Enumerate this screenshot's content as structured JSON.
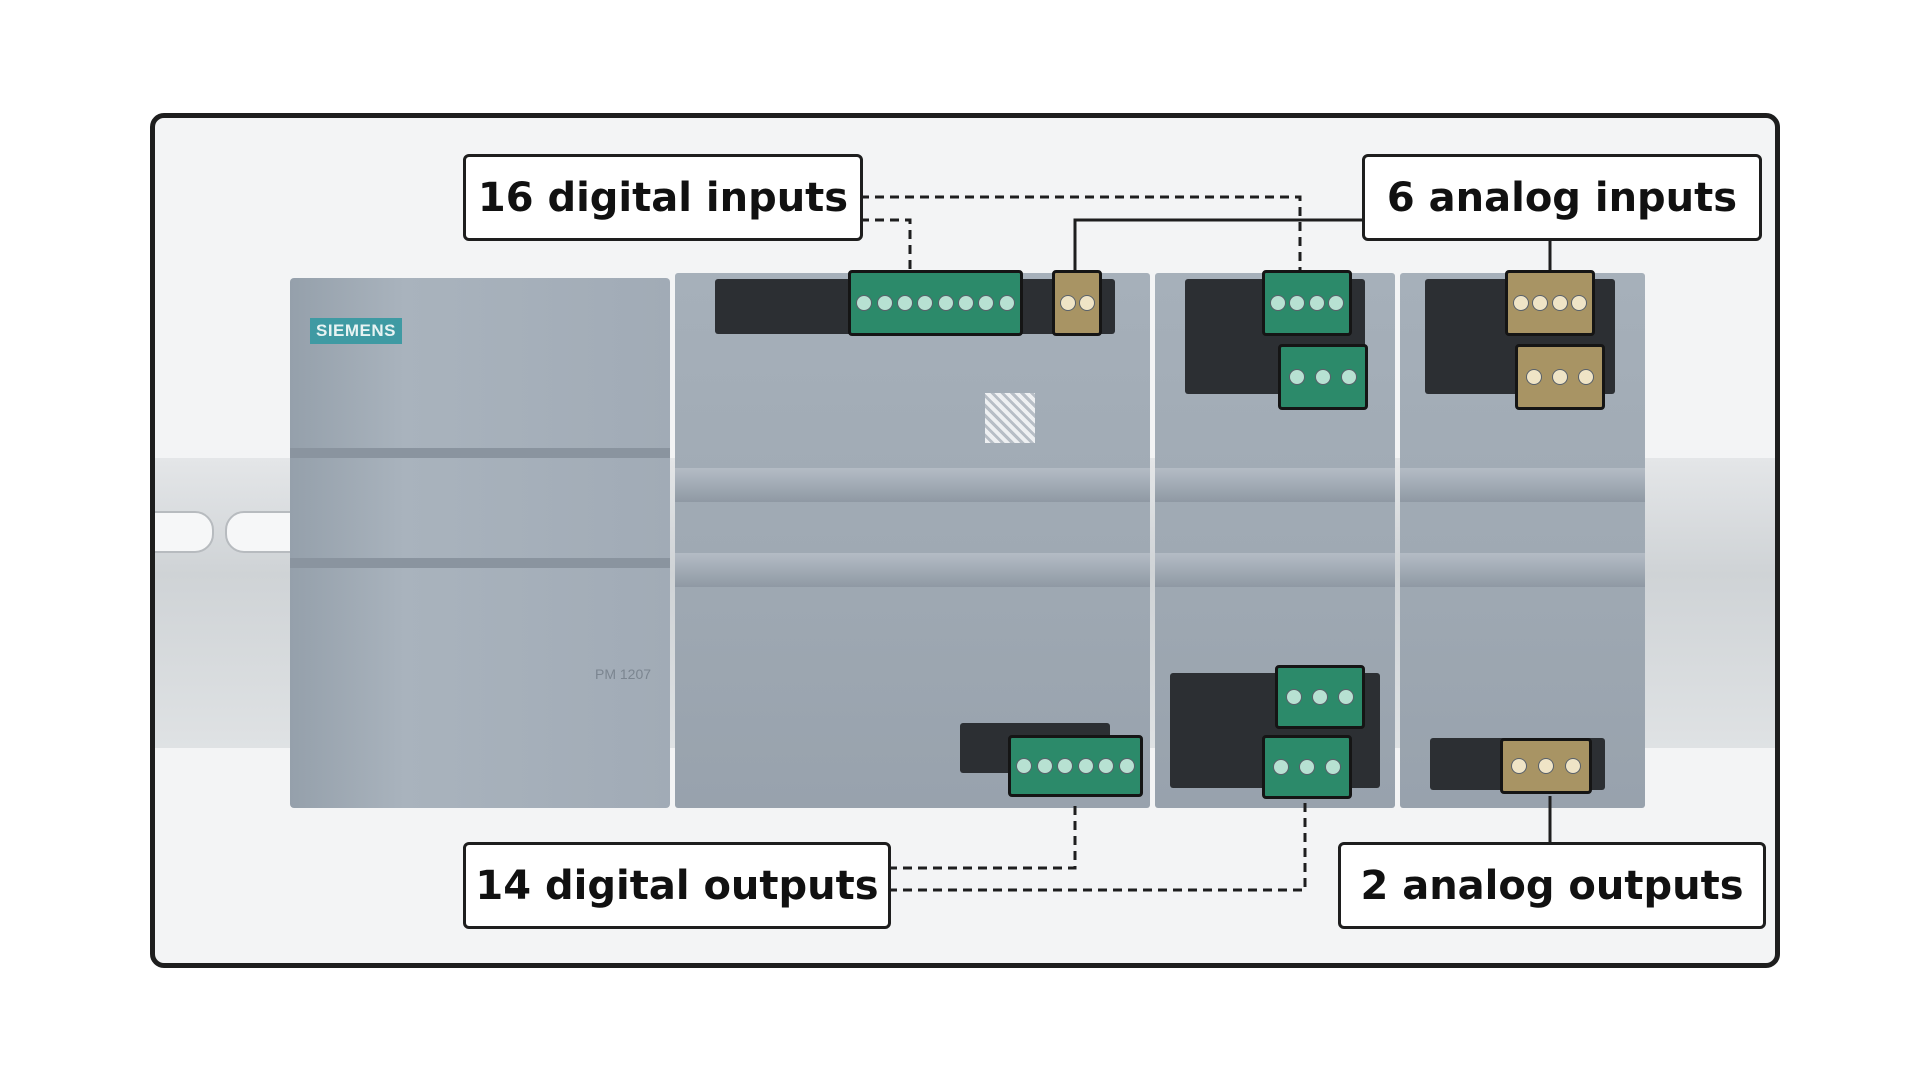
{
  "labels": {
    "digital_inputs": "16 digital inputs",
    "analog_inputs": "6 analog inputs",
    "digital_outputs": "14 digital outputs",
    "analog_outputs": "2 analog outputs"
  },
  "device": {
    "brand": "SIEMENS",
    "model": "PM 1207"
  },
  "colors": {
    "digital_terminal": "#2c8a6a",
    "analog_terminal": "#a89464",
    "frame_border": "#1e1e1e"
  },
  "connector_styles": {
    "digital": "dashed",
    "analog": "solid"
  }
}
